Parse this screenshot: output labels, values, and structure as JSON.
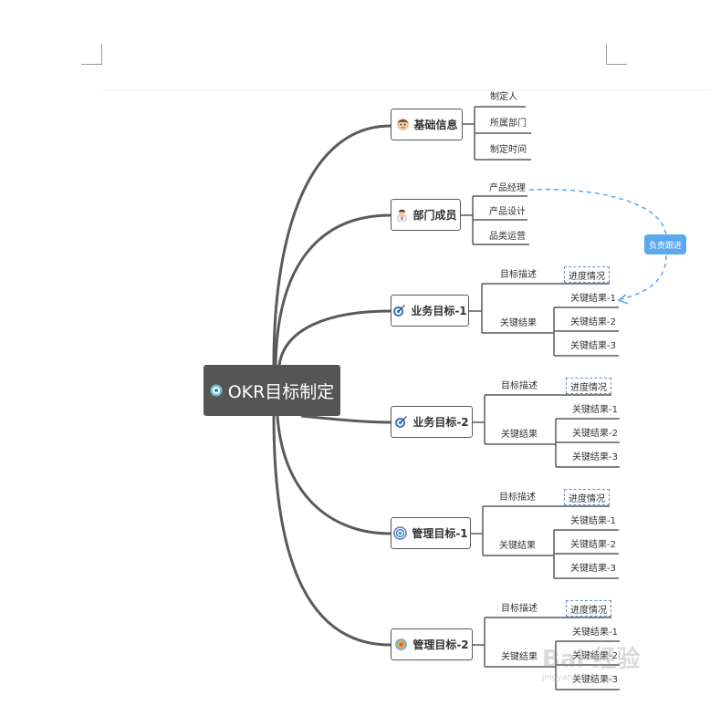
{
  "root": {
    "label": "OKR目标制定",
    "icon": "target-icon"
  },
  "branches": [
    {
      "label": "基础信息",
      "icon": "person-avatar-icon",
      "leaves": [
        "制定人",
        "所属部门",
        "制定时间"
      ]
    },
    {
      "label": "部门成员",
      "icon": "doctor-avatar-icon",
      "leaves": [
        "产品经理",
        "产品设计",
        "品类运营"
      ]
    },
    {
      "label": "业务目标-1",
      "icon": "dart-target-icon",
      "desc": "目标描述",
      "progress": "进度情况",
      "kr_label": "关键结果",
      "krs": [
        "关键结果-1",
        "关键结果-2",
        "关键结果-3"
      ]
    },
    {
      "label": "业务目标-2",
      "icon": "dart-target-icon",
      "desc": "目标描述",
      "progress": "进度情况",
      "kr_label": "关键结果",
      "krs": [
        "关键结果-1",
        "关键结果-2",
        "关键结果-3"
      ]
    },
    {
      "label": "管理目标-1",
      "icon": "bullseye-icon",
      "desc": "目标描述",
      "progress": "进度情况",
      "kr_label": "关键结果",
      "krs": [
        "关键结果-1",
        "关键结果-2",
        "关键结果-3"
      ]
    },
    {
      "label": "管理目标-2",
      "icon": "orange-target-icon",
      "desc": "目标描述",
      "progress": "进度情况",
      "kr_label": "关键结果",
      "krs": [
        "关键结果-1",
        "关键结果-2",
        "关键结果-3"
      ]
    }
  ],
  "relationship": {
    "label": "负责跟进"
  },
  "watermark": {
    "text": "Bai 经验",
    "sub": "jingyan.baidu.com"
  },
  "colors": {
    "root_fill": "#555555",
    "connector": "#5a5a5a",
    "relationship": "#5aa8ee"
  }
}
